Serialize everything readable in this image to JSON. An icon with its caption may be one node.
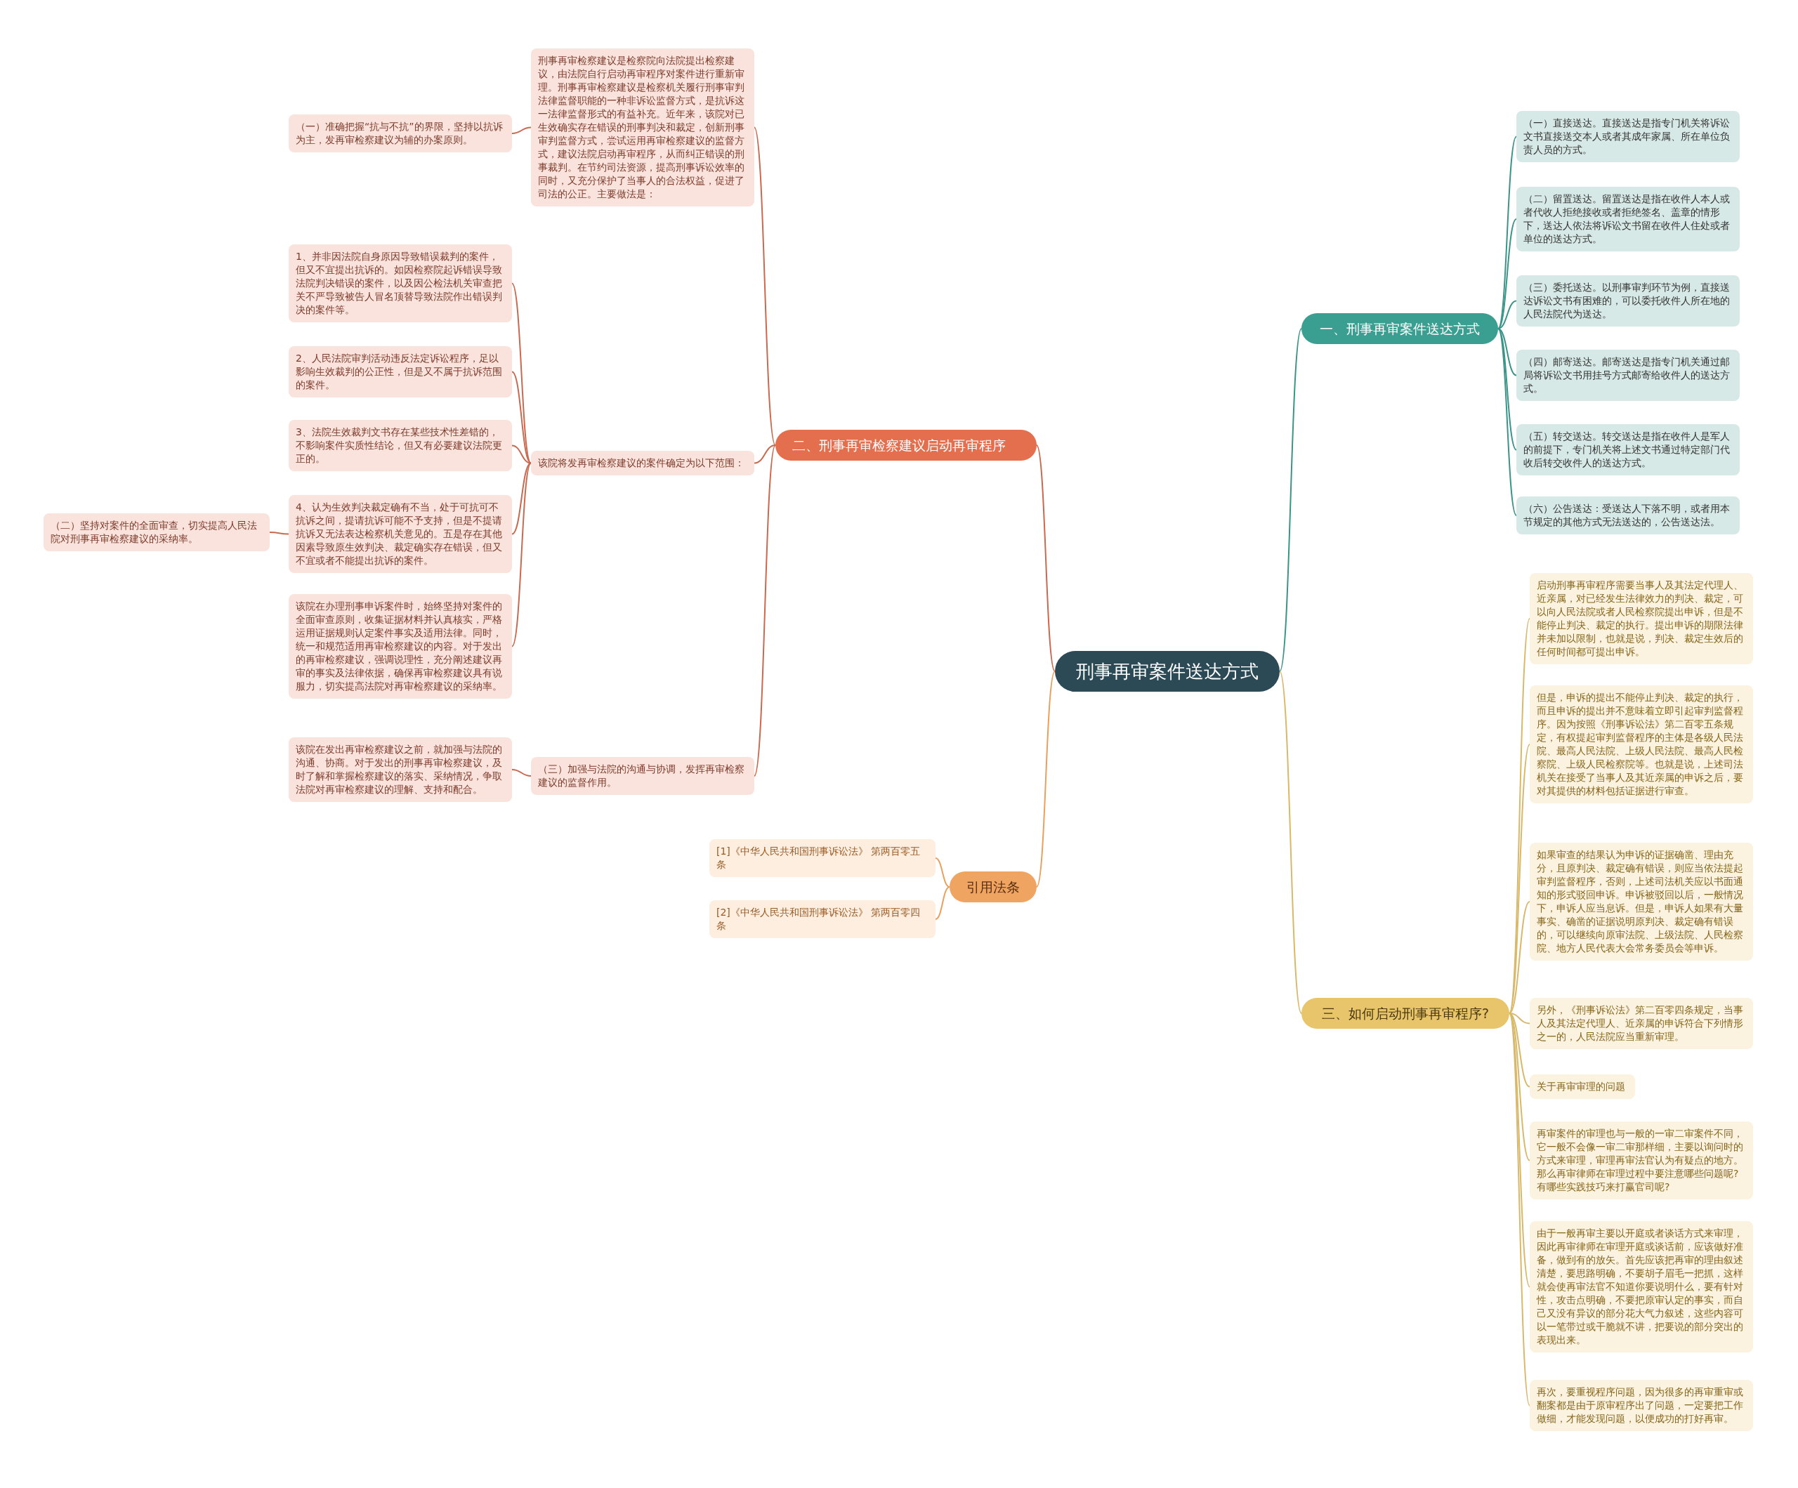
{
  "diagram": {
    "nodes": [
      {
        "text": [
          "刑事再审案件送达方式"
        ]
      },
      {
        "text": [
          "一、刑事再审案件送达方式"
        ]
      },
      {
        "text": [
          "（一）直接送达。直接送达是指专门机关将诉讼文书直接送交本人或者其成年家属、所在单位负责人员的方式。"
        ]
      },
      {
        "text": [
          "（二）留置送达。留置送达是指在收件人本人或者代收人拒绝接收或者拒绝签名、盖章的情形下，送达人依法将诉讼文书留在收件人住处或者单位的送达方式。"
        ]
      },
      {
        "text": [
          "（三）委托送达。以刑事审判环节为例，直接送达诉讼文书有困难的，可以委托收件人所在地的人民法院代为送达。"
        ]
      },
      {
        "text": [
          "（四）邮寄送达。邮寄送达是指专门机关通过邮局将诉讼文书用挂号方式邮寄给收件人的送达方式。"
        ]
      },
      {
        "text": [
          "（五）转交送达。转交送达是指在收件人是军人的前提下，专门机关将上述文书通过特定部门代收后转交收件人的送达方式。"
        ]
      },
      {
        "text": [
          "（六）公告送达：受送达人下落不明，或者用本节规定的其他方式无法送达的，公告送达法。"
        ]
      },
      {
        "text": [
          "二、刑事再审检察建议启动再审程序"
        ]
      },
      {
        "text": [
          "刑事再审检察建议是检察院向法院提出检察建议，由法院自行启动再审程序对案件进行重新审理。刑事再审检察建议是检察机关履行刑事审判法律监督职能的一种非诉讼监督方式，是抗诉这一法律监督形式的有益补充。近年来，该院对已生效确实存在错误的刑事判决和裁定，创新刑事审判监督方式，尝试运用再审检察建议的监督方式，建议法院启动再审程序，从而纠正错误的刑事裁判。在节约司法资源，提高刑事诉讼效率的同时，又充分保护了当事人的合法权益，促进了司法的公正。主要做法是："
        ]
      },
      {
        "text": [
          "（一）准确把握“抗与不抗”的界限，坚持以抗诉为主，发再审检察建议为辅的办案原则。"
        ]
      },
      {
        "text": [
          "该院将发再审检察建议的案件确定为以下范围："
        ]
      },
      {
        "text": [
          "1、并非因法院自身原因导致错误裁判的案件，但又不宜提出抗诉的。如因检察院起诉错误导致法院判决错误的案件，以及因公检法机关审查把关不严导致被告人冒名顶替导致法院作出错误判决的案件等。"
        ]
      },
      {
        "text": [
          "2、人民法院审判活动违反法定诉讼程序，足以影响生效裁判的公正性，但是又不属于抗诉范围的案件。"
        ]
      },
      {
        "text": [
          "3、法院生效裁判文书存在某些技术性差错的，不影响案件实质性结论，但又有必要建议法院更正的。"
        ]
      },
      {
        "text": [
          "4、认为生效判决裁定确有不当，处于可抗可不抗诉之间，提请抗诉可能不予支持，但是不提请抗诉又无法表达检察机关意见的。五是存在其他因素导致原生效判决、裁定确实存在错误，但又不宜或者不能提出抗诉的案件。"
        ]
      },
      {
        "text": [
          "（二）坚持对案件的全面审查，切实提高人民法院对刑事再审检察建议的采纳率。"
        ]
      },
      {
        "text": [
          "该院在办理刑事申诉案件时，始终坚持对案件的全面审查原则，收集证据材料并认真核实，严格运用证据规则认定案件事实及适用法律。同时，统一和规范适用再审检察建议的内容。对于发出的再审检察建议，强调说理性，充分阐述建议再审的事实及法律依据，确保再审检察建议具有说服力，切实提高法院对再审检察建议的采纳率。"
        ]
      },
      {
        "text": [
          "（三）加强与法院的沟通与协调，发挥再审检察建议的监督作用。"
        ]
      },
      {
        "text": [
          "该院在发出再审检察建议之前，就加强与法院的沟通、协商。对于发出的刑事再审检察建议，及时了解和掌握检察建议的落实、采纳情况，争取法院对再审检察建议的理解、支持和配合。"
        ]
      },
      {
        "text": [
          "引用法条"
        ]
      },
      {
        "text": [
          "[1]《中华人民共和国刑事诉讼法》 第两百零五条"
        ]
      },
      {
        "text": [
          "[2]《中华人民共和国刑事诉讼法》 第两百零四条"
        ]
      },
      {
        "text": [
          "三、如何启动刑事再审程序?"
        ]
      },
      {
        "text": [
          "启动刑事再审程序需要当事人及其法定代理人、近亲属，对已经发生法律效力的判决、裁定，可以向人民法院或者人民检察院提出申诉，但是不能停止判决、裁定的执行。提出申诉的期限法律并未加以限制，也就是说，判决、裁定生效后的任何时间都可提出申诉。"
        ]
      },
      {
        "text": [
          "但是，申诉的提出不能停止判决、裁定的执行，而且申诉的提出并不意味着立即引起审判监督程序。因为按照《刑事诉讼法》第二百零五条规定，有权提起审判监督程序的主体是各级人民法院、最高人民法院、上级人民法院、最高人民检察院、上级人民检察院等。也就是说，上述司法机关在接受了当事人及其近亲属的申诉之后，要对其提供的材料包括证据进行审查。"
        ]
      },
      {
        "text": [
          "如果审查的结果认为申诉的证据确凿、理由充分，且原判决、裁定确有错误，则应当依法提起审判监督程序，否则，上述司法机关应以书面通知的形式驳回申诉。申诉被驳回以后，一般情况下，申诉人应当息诉。但是，申诉人如果有大量事实、确凿的证据说明原判决、裁定确有错误的，可以继续向原审法院、上级法院、人民检察院、地方人民代表大会常务委员会等申诉。"
        ]
      },
      {
        "text": [
          "另外，《刑事诉讼法》第二百零四条规定，当事人及其法定代理人、近亲属的申诉符合下列情形之一的，人民法院应当重新审理。"
        ]
      },
      {
        "text": [
          "关于再审审理的问题"
        ]
      },
      {
        "text": [
          "再审案件的审理也与一般的一审二审案件不同，它一般不会像一审二审那样细，主要以询问时的方式来审理，审理再审法官认为有疑点的地方。那么再审律师在审理过程中要注意哪些问题呢?有哪些实践技巧来打赢官司呢?"
        ]
      },
      {
        "text": [
          "由于一般再审主要以开庭或者谈话方式来审理，因此再审律师在审理开庭或谈话前，应该做好准备，做到有的放矢。首先应该把再审的理由叙述清楚，要思路明确，不要胡子眉毛一把抓，这样就会使再审法官不知道你要说明什么，要有针对性，攻击点明确，不要把原审认定的事实，而自己又没有异议的部分花大气力叙述，这些内容可以一笔带过或干脆就不讲，把要说的部分突出的表现出来。"
        ]
      },
      {
        "text": [
          "再次，要重视程序问题，因为很多的再审重审或翻案都是由于原审程序出了问题，一定要把工作做细，才能发现问题，以便成功的打好再审。"
        ]
      }
    ],
    "edges": [
      {
        "from": 0,
        "to": 1,
        "arrow": "none",
        "color": "#3a9488"
      },
      {
        "from": 1,
        "to": 2,
        "arrow": "none",
        "color": "#3a9488"
      },
      {
        "from": 1,
        "to": 3,
        "arrow": "none",
        "color": "#3a9488"
      },
      {
        "from": 1,
        "to": 4,
        "arrow": "none",
        "color": "#3a9488"
      },
      {
        "from": 1,
        "to": 5,
        "arrow": "none",
        "color": "#3a9488"
      },
      {
        "from": 1,
        "to": 6,
        "arrow": "none",
        "color": "#3a9488"
      },
      {
        "from": 1,
        "to": 7,
        "arrow": "none",
        "color": "#3a9488"
      },
      {
        "from": 0,
        "to": 8,
        "arrow": "none",
        "color": "#c9694f"
      },
      {
        "from": 8,
        "to": 9,
        "arrow": "none",
        "color": "#c9694f"
      },
      {
        "from": 9,
        "to": 10,
        "arrow": "none",
        "color": "#c9694f"
      },
      {
        "from": 8,
        "to": 11,
        "arrow": "none",
        "color": "#c9694f"
      },
      {
        "from": 11,
        "to": 12,
        "arrow": "none",
        "color": "#c9694f"
      },
      {
        "from": 11,
        "to": 13,
        "arrow": "none",
        "color": "#c9694f"
      },
      {
        "from": 11,
        "to": 14,
        "arrow": "none",
        "color": "#c9694f"
      },
      {
        "from": 11,
        "to": 15,
        "arrow": "none",
        "color": "#c9694f"
      },
      {
        "from": 15,
        "to": 16,
        "arrow": "none",
        "color": "#c9694f"
      },
      {
        "from": 11,
        "to": 17,
        "arrow": "none",
        "color": "#c9694f"
      },
      {
        "from": 8,
        "to": 18,
        "arrow": "none",
        "color": "#c9694f"
      },
      {
        "from": 18,
        "to": 19,
        "arrow": "none",
        "color": "#c9694f"
      },
      {
        "from": 0,
        "to": 20,
        "arrow": "none",
        "color": "#e9a05e"
      },
      {
        "from": 20,
        "to": 21,
        "arrow": "none",
        "color": "#e9a05e"
      },
      {
        "from": 20,
        "to": 22,
        "arrow": "none",
        "color": "#e9a05e"
      },
      {
        "from": 0,
        "to": 23,
        "arrow": "none",
        "color": "#d8b86a"
      },
      {
        "from": 23,
        "to": 24,
        "arrow": "none",
        "color": "#d8b86a"
      },
      {
        "from": 23,
        "to": 25,
        "arrow": "none",
        "color": "#d8b86a"
      },
      {
        "from": 23,
        "to": 26,
        "arrow": "none",
        "color": "#d8b86a"
      },
      {
        "from": 23,
        "to": 27,
        "arrow": "none",
        "color": "#d8b86a"
      },
      {
        "from": 23,
        "to": 28,
        "arrow": "none",
        "color": "#d8b86a"
      },
      {
        "from": 23,
        "to": 29,
        "arrow": "none",
        "color": "#d8b86a"
      },
      {
        "from": 23,
        "to": 30,
        "arrow": "none",
        "color": "#d8b86a"
      },
      {
        "from": 23,
        "to": 31,
        "arrow": "none",
        "color": "#d8b86a"
      }
    ]
  }
}
